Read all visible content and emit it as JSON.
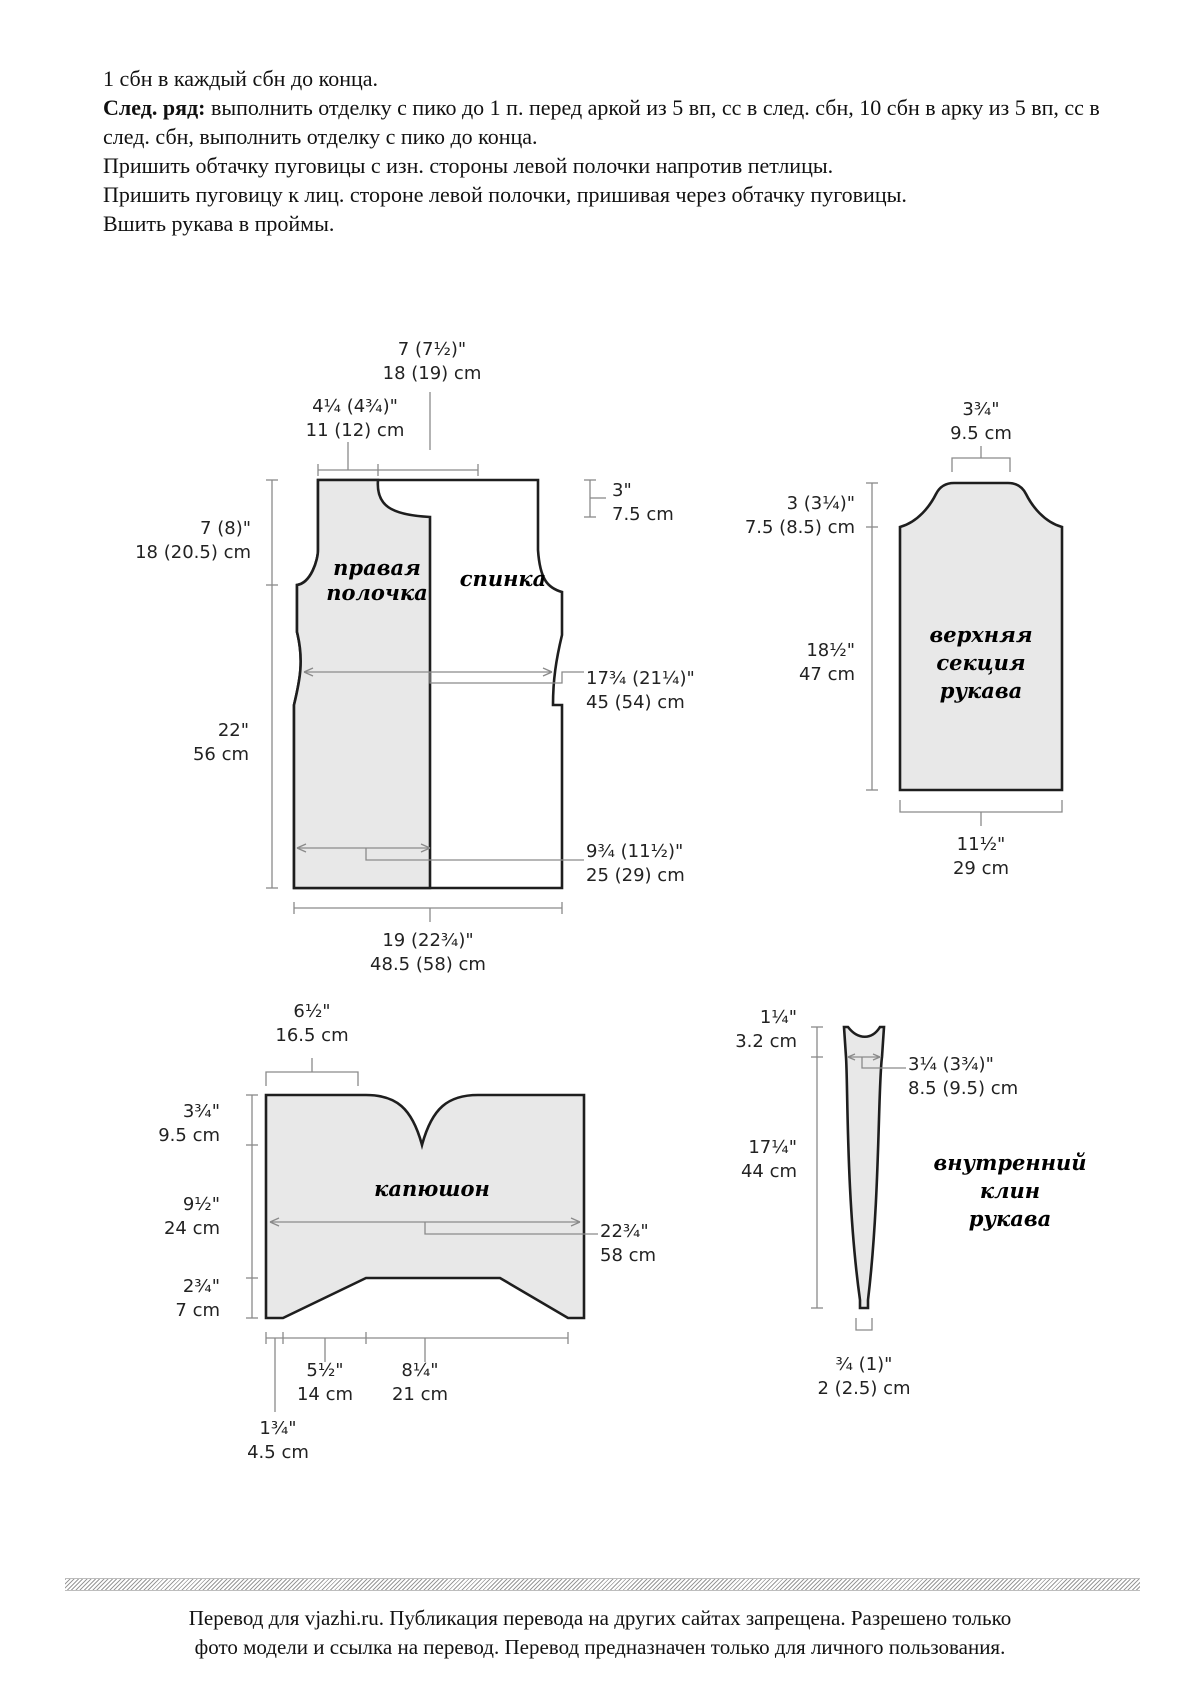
{
  "instructions": {
    "line1": "1 сбн в каждый сбн до конца.",
    "line2_label": "След. ряд:",
    "line2_text": " выполнить отделку с пико до 1 п. перед аркой из 5 вп, сс в след. сбн, 10 сбн в арку из 5 вп, сс в след. сбн, выполнить отделку с пико до конца.",
    "line3": "Пришить обтачку пуговицы с изн. стороны левой полочки напротив петлицы.",
    "line4": "Пришить пуговицу к лиц. стороне левой полочки, пришивая через обтачку пуговицы.",
    "line5": "Вшить рукава в проймы."
  },
  "body_piece": {
    "front_label_1": "правая",
    "front_label_2": "полочка",
    "back_label": "спинка",
    "neck_width_in": "7 (7½)\"",
    "neck_width_cm": "18 (19) cm",
    "shoulder_width_in": "4¼ (4¾)\"",
    "shoulder_width_cm": "11 (12) cm",
    "neck_depth_in": "3\"",
    "neck_depth_cm": "7.5 cm",
    "armhole_depth_in": "7 (8)\"",
    "armhole_depth_cm": "18 (20.5) cm",
    "length_in": "22\"",
    "length_cm": "56 cm",
    "bust_width_in": "17¾ (21¼)\"",
    "bust_width_cm": "45 (54) cm",
    "front_width_in": "9¾ (11½)\"",
    "front_width_cm": "25 (29) cm",
    "hem_width_in": "19 (22¾)\"",
    "hem_width_cm": "48.5 (58) cm"
  },
  "sleeve_top": {
    "label_1": "верхняя",
    "label_2": "секция",
    "label_3": "рукава",
    "cap_top_in": "3¾\"",
    "cap_top_cm": "9.5 cm",
    "cap_depth_in": "3 (3¼)\"",
    "cap_depth_cm": "7.5 (8.5) cm",
    "length_in": "18½\"",
    "length_cm": "47 cm",
    "width_in": "11½\"",
    "width_cm": "29 cm"
  },
  "hood": {
    "label": "капюшон",
    "top_width_in": "6½\"",
    "top_width_cm": "16.5 cm",
    "top_depth_in": "3¾\"",
    "top_depth_cm": "9.5 cm",
    "middle_depth_in": "9½\"",
    "middle_depth_cm": "24 cm",
    "bottom_depth_in": "2¾\"",
    "bottom_depth_cm": "7 cm",
    "width_in": "22¾\"",
    "width_cm": "58 cm",
    "seg_a_in": "1¾\"",
    "seg_a_cm": "4.5 cm",
    "seg_b_in": "5½\"",
    "seg_b_cm": "14 cm",
    "seg_c_in": "8¼\"",
    "seg_c_cm": "21 cm"
  },
  "gusset": {
    "label_1": "внутренний",
    "label_2": "клин",
    "label_3": "рукава",
    "top_depth_in": "1¼\"",
    "top_depth_cm": "3.2 cm",
    "top_width_in": "3¼ (3¾)\"",
    "top_width_cm": "8.5 (9.5) cm",
    "length_in": "17¼\"",
    "length_cm": "44 cm",
    "bottom_width_in": "¾ (1)\"",
    "bottom_width_cm": "2 (2.5) cm"
  },
  "footer": {
    "line1": "Перевод для vjazhi.ru. Публикация перевода на других сайтах запрещена. Разрешено только",
    "line2": "фото модели и ссылка на перевод.  Перевод предназначен только для личного пользования."
  }
}
